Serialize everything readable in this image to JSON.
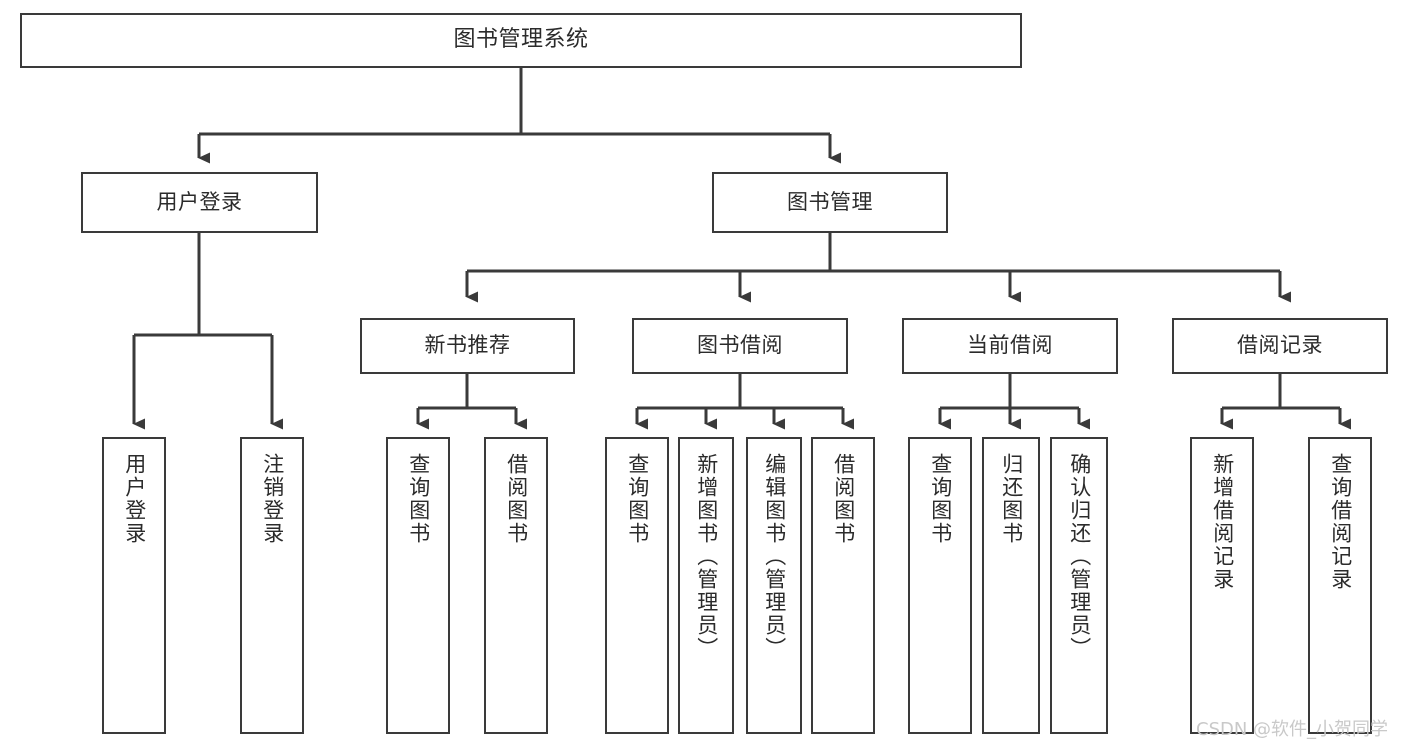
{
  "diagram": {
    "title": "图书管理系统",
    "type": "tree",
    "watermark": "CSDN @软件_小贺同学",
    "colors": {
      "box_border": "#3a3a3a",
      "box_fill": "#ffffff",
      "line": "#3a3a3a",
      "text": "#2b2b2b",
      "watermark": "#c9c9c9",
      "background": "#ffffff"
    },
    "root": {
      "label": "图书管理系统"
    },
    "level2": [
      {
        "label": "用户登录"
      },
      {
        "label": "图书管理"
      }
    ],
    "level3": [
      {
        "label": "新书推荐",
        "parent": "图书管理"
      },
      {
        "label": "图书借阅",
        "parent": "图书管理"
      },
      {
        "label": "当前借阅",
        "parent": "图书管理"
      },
      {
        "label": "借阅记录",
        "parent": "图书管理"
      }
    ],
    "leaves": [
      {
        "label": "用户登录",
        "parent": "用户登录"
      },
      {
        "label": "注销登录",
        "parent": "用户登录"
      },
      {
        "label": "查询图书",
        "parent": "新书推荐"
      },
      {
        "label": "借阅图书",
        "parent": "新书推荐"
      },
      {
        "label": "查询图书",
        "parent": "图书借阅"
      },
      {
        "label": "新增图书（管理员）",
        "parent": "图书借阅"
      },
      {
        "label": "编辑图书（管理员）",
        "parent": "图书借阅"
      },
      {
        "label": "借阅图书",
        "parent": "图书借阅"
      },
      {
        "label": "查询图书",
        "parent": "当前借阅"
      },
      {
        "label": "归还图书",
        "parent": "当前借阅"
      },
      {
        "label": "确认归还（管理员）",
        "parent": "当前借阅"
      },
      {
        "label": "新增借阅记录",
        "parent": "借阅记录"
      },
      {
        "label": "查询借阅记录",
        "parent": "借阅记录"
      }
    ]
  }
}
